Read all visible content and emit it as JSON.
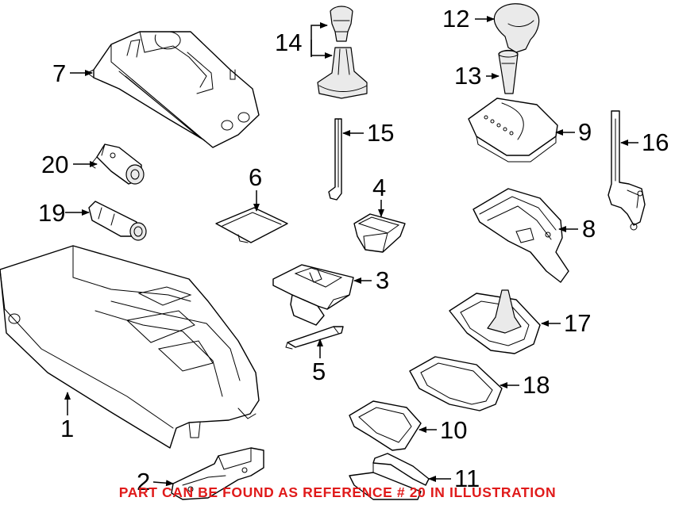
{
  "labels": {
    "c1": "1",
    "c2": "2",
    "c3": "3",
    "c4": "4",
    "c5": "5",
    "c6": "6",
    "c7": "7",
    "c8": "8",
    "c9": "9",
    "c10": "10",
    "c11": "11",
    "c12": "12",
    "c13": "13",
    "c14": "14",
    "c15": "15",
    "c16": "16",
    "c17": "17",
    "c18": "18",
    "c19": "19",
    "c20": "20"
  },
  "note": "PART CAN BE FOUND AS REFERENCE # 20 IN ILLUSTRATION",
  "colors": {
    "line": "#000000",
    "note": "#e01a1a",
    "background": "#ffffff"
  }
}
